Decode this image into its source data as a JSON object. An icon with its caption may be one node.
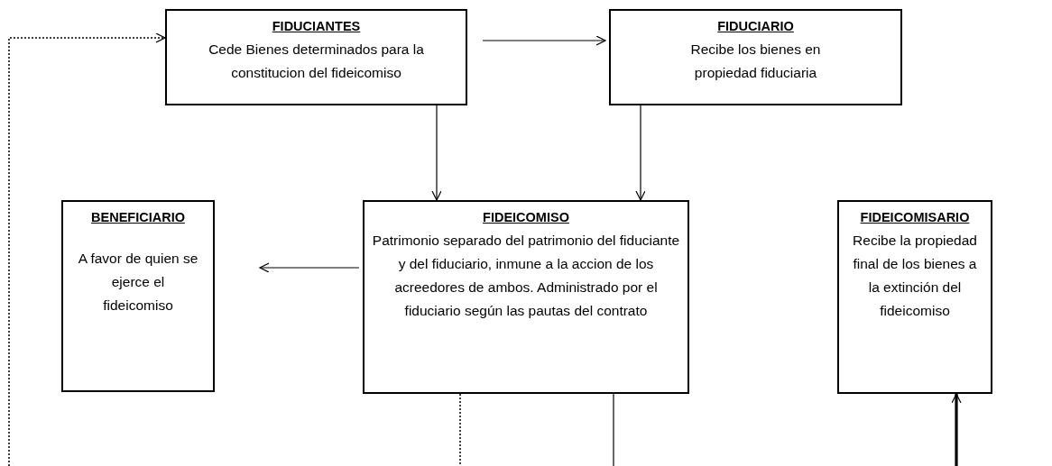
{
  "diagram": {
    "nodes": [
      {
        "text": [
          "FIDUCIANTES",
          "Cede Bienes determinados para la constitucion del fideicomiso"
        ]
      },
      {
        "text": [
          "FIDUCIARIO",
          "Recibe los bienes en propiedad fiduciaria"
        ]
      },
      {
        "text": [
          "BENEFICIARIO",
          "A favor de quien se ejerce el fideicomiso"
        ]
      },
      {
        "text": [
          "FIDEICOMISO",
          "Patrimonio separado del patrimonio del fiduciante y del fiduciario, inmune a la accion de los acreedores de ambos. Administrado por el fiduciario según las pautas del contrato"
        ]
      },
      {
        "text": [
          "FIDEICOMISARIO",
          "Recibe la propiedad final de los bienes a la extinción del fideicomiso"
        ]
      }
    ],
    "edges": [
      {
        "from": null,
        "to": 0,
        "arrow": "to",
        "style": "dashed"
      },
      {
        "from": 0,
        "to": 1,
        "arrow": "to"
      },
      {
        "from": 0,
        "to": 3,
        "arrow": "to"
      },
      {
        "from": 1,
        "to": 3,
        "arrow": "to"
      },
      {
        "from": 3,
        "to": 2,
        "arrow": "to"
      },
      {
        "from": 3,
        "to": null,
        "arrow": "none",
        "style": "dashed"
      },
      {
        "from": 3,
        "to": null,
        "arrow": "none"
      },
      {
        "from": null,
        "to": 4,
        "arrow": "to",
        "style": "thick"
      }
    ]
  }
}
